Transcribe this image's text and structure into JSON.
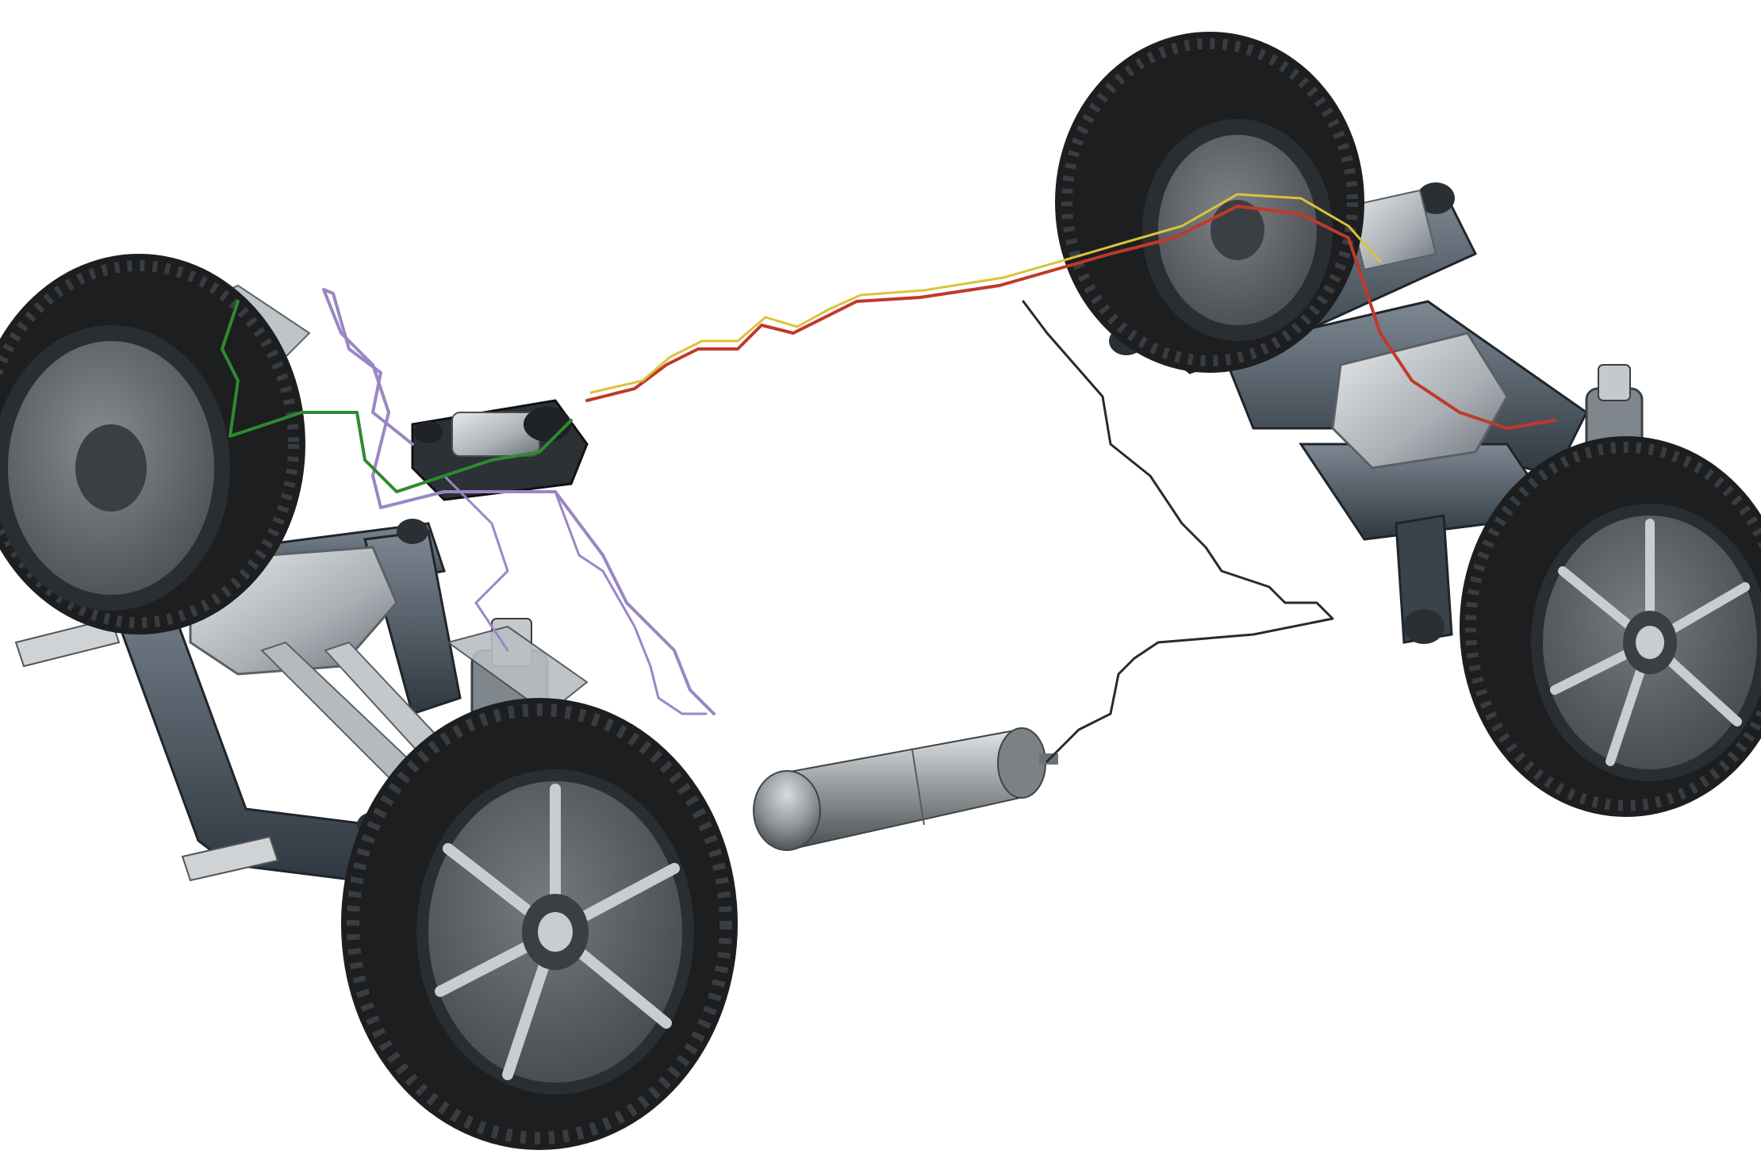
{
  "image": {
    "kind": "technical illustration",
    "background_color": "#ffffff"
  },
  "colors": {
    "tire": "#1c1e20",
    "tire_tread": "#3a3d40",
    "rim_dark": "#2b2e31",
    "rim_silver": "#c9cdd1",
    "subframe": "#4a5560",
    "subframe_highlight": "#7d8893",
    "aluminium": "#b9bec2",
    "air_line_green": "#2e8b2e",
    "air_line_purple": "#9a86c4",
    "air_line_red": "#c0392b",
    "air_line_yellow": "#d9c43a",
    "air_line_black": "#2a2a2a",
    "reservoir": "#8e9396"
  },
  "components": [
    {
      "id": "front-left-wheel",
      "icon": "tire-icon"
    },
    {
      "id": "front-right-wheel",
      "icon": "tire-icon"
    },
    {
      "id": "rear-left-wheel",
      "icon": "tire-icon"
    },
    {
      "id": "rear-right-wheel",
      "icon": "tire-icon"
    },
    {
      "id": "front-subframe",
      "icon": "subframe-icon"
    },
    {
      "id": "rear-subframe",
      "icon": "subframe-icon"
    },
    {
      "id": "front-differential",
      "icon": "gearbox-icon"
    },
    {
      "id": "rear-differential",
      "icon": "gearbox-icon"
    },
    {
      "id": "air-spring-strut",
      "icon": "air-spring-icon"
    },
    {
      "id": "air-compressor",
      "icon": "compressor-icon"
    },
    {
      "id": "air-reservoir-tank",
      "icon": "tank-icon"
    },
    {
      "id": "air-lines",
      "icon": "pipe-icon"
    }
  ]
}
